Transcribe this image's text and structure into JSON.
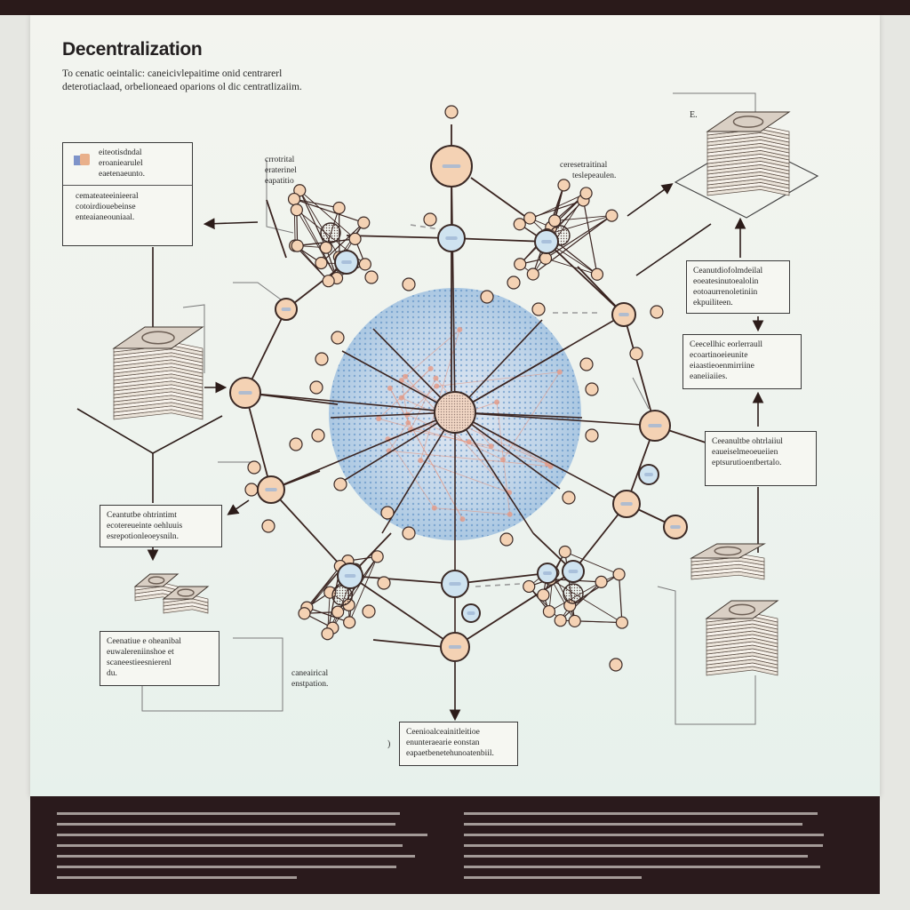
{
  "poster": {
    "title": "Decentralization",
    "subtitle_lines": [
      "To cenatic oeintalic: caneicivlepaitime onid centrarerl",
      "deterotiaclaad, orbelioneaed oparions ol dic centratlizaiim."
    ]
  },
  "notes": {
    "top_left": [
      "crrotrital",
      "eraterinel",
      "eapatitio"
    ],
    "top_right": [
      "ceresetraitinal",
      "teslepeaulen."
    ],
    "bottom_center": [
      "caneairical",
      "enstpation."
    ],
    "page_mark": "E.",
    "bottom_mark": ")"
  },
  "boxes": {
    "top_left": {
      "header_lines": [
        "eiteotisdndal",
        "eroaniearulel",
        "eaetenaeunto."
      ],
      "body_lines": [
        "cemateateeinieeral",
        "cotoirdiouebeinse",
        "enteaianeouniaal."
      ]
    },
    "left_middle": [
      "Ceantutbe ohtrintimt",
      "ecotereueinte oehluuis",
      "esrepotionleoeysniln."
    ],
    "left_bottom": [
      "Ceenatiue e oheanibal",
      "euwalereniinshoe et",
      "scaneestieesnierenl",
      "du."
    ],
    "right_1": [
      "Ceanutdiofolmdeilal",
      "eoeatesinutoealolin",
      "eotoaurrenoletiniin",
      "ekpuiliteen."
    ],
    "right_2": [
      "Ceecellhic eorlerraull",
      "ecoartinoeieunite",
      "eiaastieoenmirriine",
      "eaneiiaiies."
    ],
    "right_3": [
      "Ceeanultbe ohtrlaiiul",
      "eaueiselmeoeueiien",
      "eptsurutioentbertalo."
    ],
    "bottom_center": [
      "Ceenioalceainitleitioe",
      "enunteraearie eonstan",
      "eapaetbenetehunoatenbiil."
    ]
  },
  "footer": {
    "left_lines": 7,
    "right_lines": 7
  },
  "colors": {
    "node_peach": "#f4d2b4",
    "node_blue": "#cfe3f0",
    "node_stroke": "#3b2a26",
    "edge": "#3a2420",
    "cloud_blue": "#5f95c8",
    "cloud_pink": "#e59a86",
    "footer_bg": "#2a1a1c"
  },
  "icons": [
    "document-stack-icon",
    "node-hub-icon",
    "arrow-icon"
  ]
}
